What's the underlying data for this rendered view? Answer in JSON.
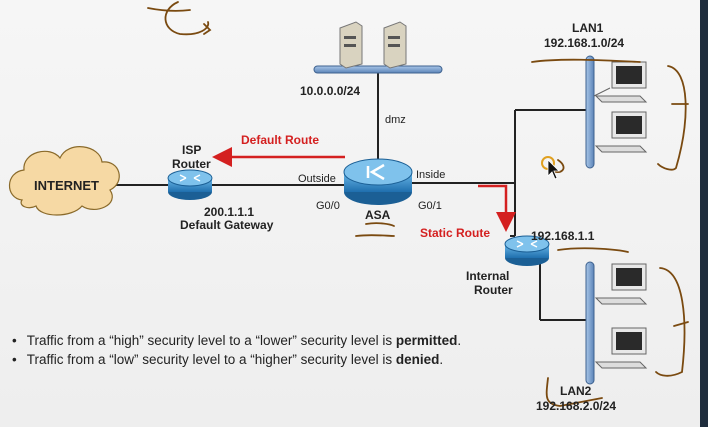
{
  "nodes": {
    "internet": "INTERNET",
    "isp_router_line1": "ISP",
    "isp_router_line2": "Router",
    "isp_ip": "200.1.1.1",
    "isp_gateway": "Default Gateway",
    "asa": "ASA",
    "internal_router_line1": "Internal",
    "internal_router_line2": "Router",
    "internal_ip": "192.168.1.1",
    "dmz_net": "10.0.0.0/24",
    "dmz": "dmz",
    "lan1_name": "LAN1",
    "lan1_net": "192.168.1.0/24",
    "lan2_name": "LAN2",
    "lan2_net": "192.168.2.0/24"
  },
  "interfaces": {
    "outside": "Outside",
    "inside": "Inside",
    "g0_0": "G0/0",
    "g0_1": "G0/1"
  },
  "routes": {
    "default_route": "Default Route",
    "static_route": "Static Route"
  },
  "bullets": [
    {
      "pre": "Traffic from a “high” security level to a “lower” security level is ",
      "bold": "permitted",
      "post": "."
    },
    {
      "pre": "Traffic from a “low” security level to a “higher” security level is ",
      "bold": "denied",
      "post": "."
    }
  ],
  "colors": {
    "route_arrow": "#d42020",
    "device_blue": "#2a7fc0",
    "annotation_ink": "#7a4a10"
  }
}
